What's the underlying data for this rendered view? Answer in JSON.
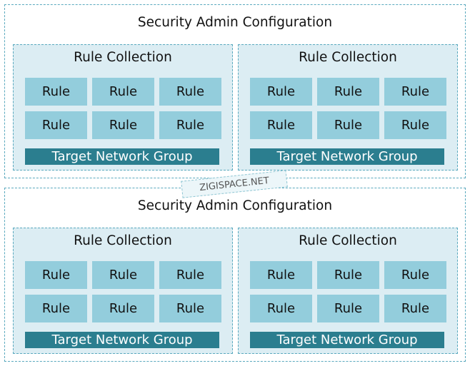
{
  "configs": [
    {
      "title": "Security Admin Configuration",
      "collections": [
        {
          "title": "Rule Collection",
          "rules": [
            "Rule",
            "Rule",
            "Rule",
            "Rule",
            "Rule",
            "Rule"
          ],
          "target": "Target Network Group"
        },
        {
          "title": "Rule Collection",
          "rules": [
            "Rule",
            "Rule",
            "Rule",
            "Rule",
            "Rule",
            "Rule"
          ],
          "target": "Target Network Group"
        }
      ]
    },
    {
      "title": "Security Admin Configuration",
      "collections": [
        {
          "title": "Rule Collection",
          "rules": [
            "Rule",
            "Rule",
            "Rule",
            "Rule",
            "Rule",
            "Rule"
          ],
          "target": "Target Network Group"
        },
        {
          "title": "Rule Collection",
          "rules": [
            "Rule",
            "Rule",
            "Rule",
            "Rule",
            "Rule",
            "Rule"
          ],
          "target": "Target Network Group"
        }
      ]
    }
  ],
  "watermark": "ZIGISPACE.NET",
  "colors": {
    "border": "#5aa9be",
    "collection_bg": "#dcedf3",
    "rule_bg": "#93cddc",
    "target_bg": "#2b7e8f"
  }
}
